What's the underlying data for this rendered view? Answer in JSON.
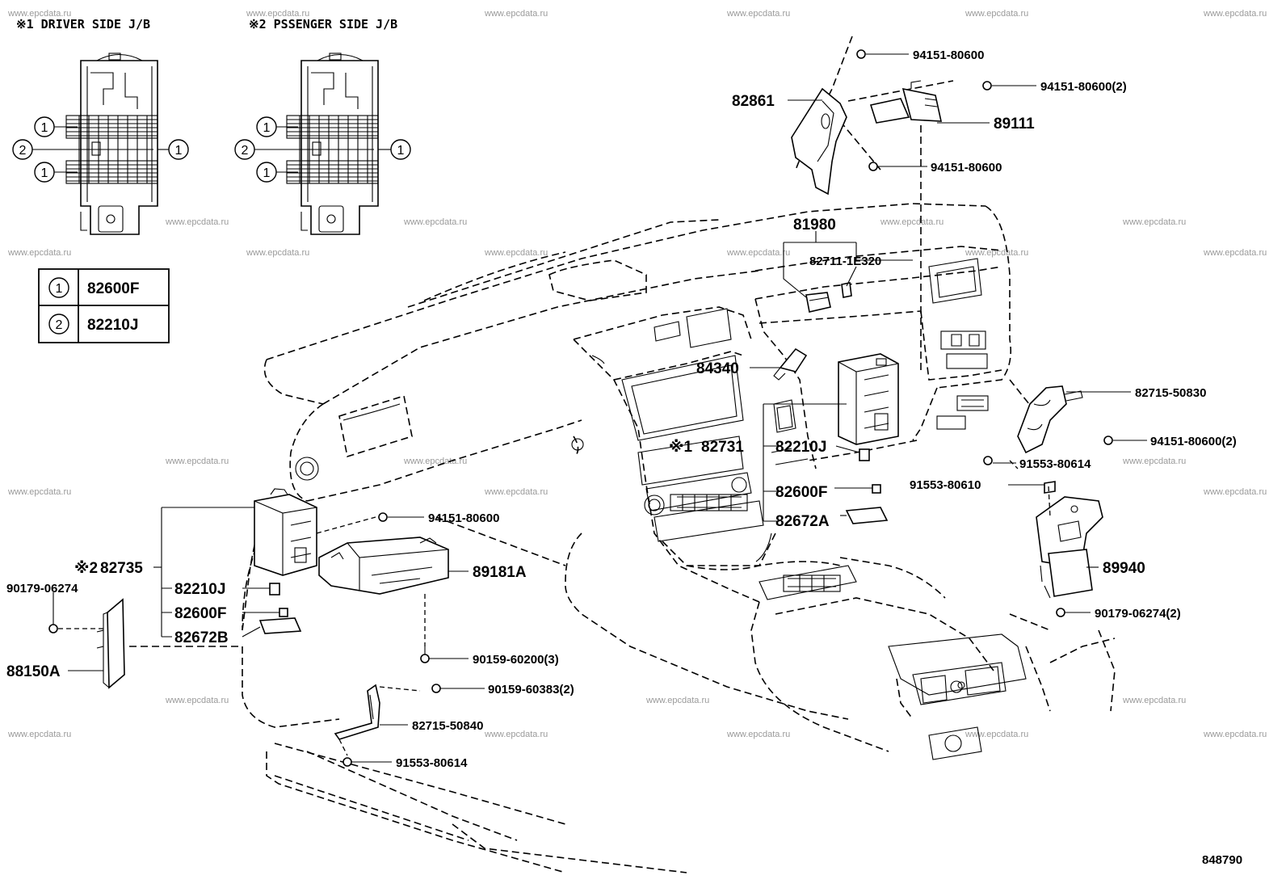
{
  "headers": {
    "driver": "※1 DRIVER SIDE J/B",
    "passenger": "※2 PSSENGER SIDE J/B"
  },
  "legend": {
    "rows": [
      {
        "mark": "1",
        "part": "82600F"
      },
      {
        "mark": "2",
        "part": "82210J"
      }
    ]
  },
  "callouts": {
    "c1": "94151-80600",
    "c2": "94151-80600(2)",
    "c3": "82861",
    "c4": "89111",
    "c5": "94151-80600",
    "c6": "81980",
    "c7": "82711-1E320",
    "c8": "84340",
    "c9": "82715-50830",
    "c10": "94151-80600(2)",
    "c11": "82731",
    "c11mark": "※1",
    "c12": "82210J",
    "c13": "91553-80614",
    "c14": "91553-80610",
    "c15": "82600F",
    "c16": "82672A",
    "c17": "94151-80600",
    "c18": "89181A",
    "c19": "89940",
    "c20": "82735",
    "c20mark": "※2",
    "c21": "90179-06274",
    "c22": "82210J",
    "c23": "82600F",
    "c24": "82672B",
    "c25": "90179-06274(2)",
    "c26": "88150A",
    "c27": "90159-60200(3)",
    "c28": "90159-60383(2)",
    "c29": "82715-50840",
    "c30": "91553-80614"
  },
  "diagram_id": "848790",
  "watermark": "www.epcdata.ru"
}
